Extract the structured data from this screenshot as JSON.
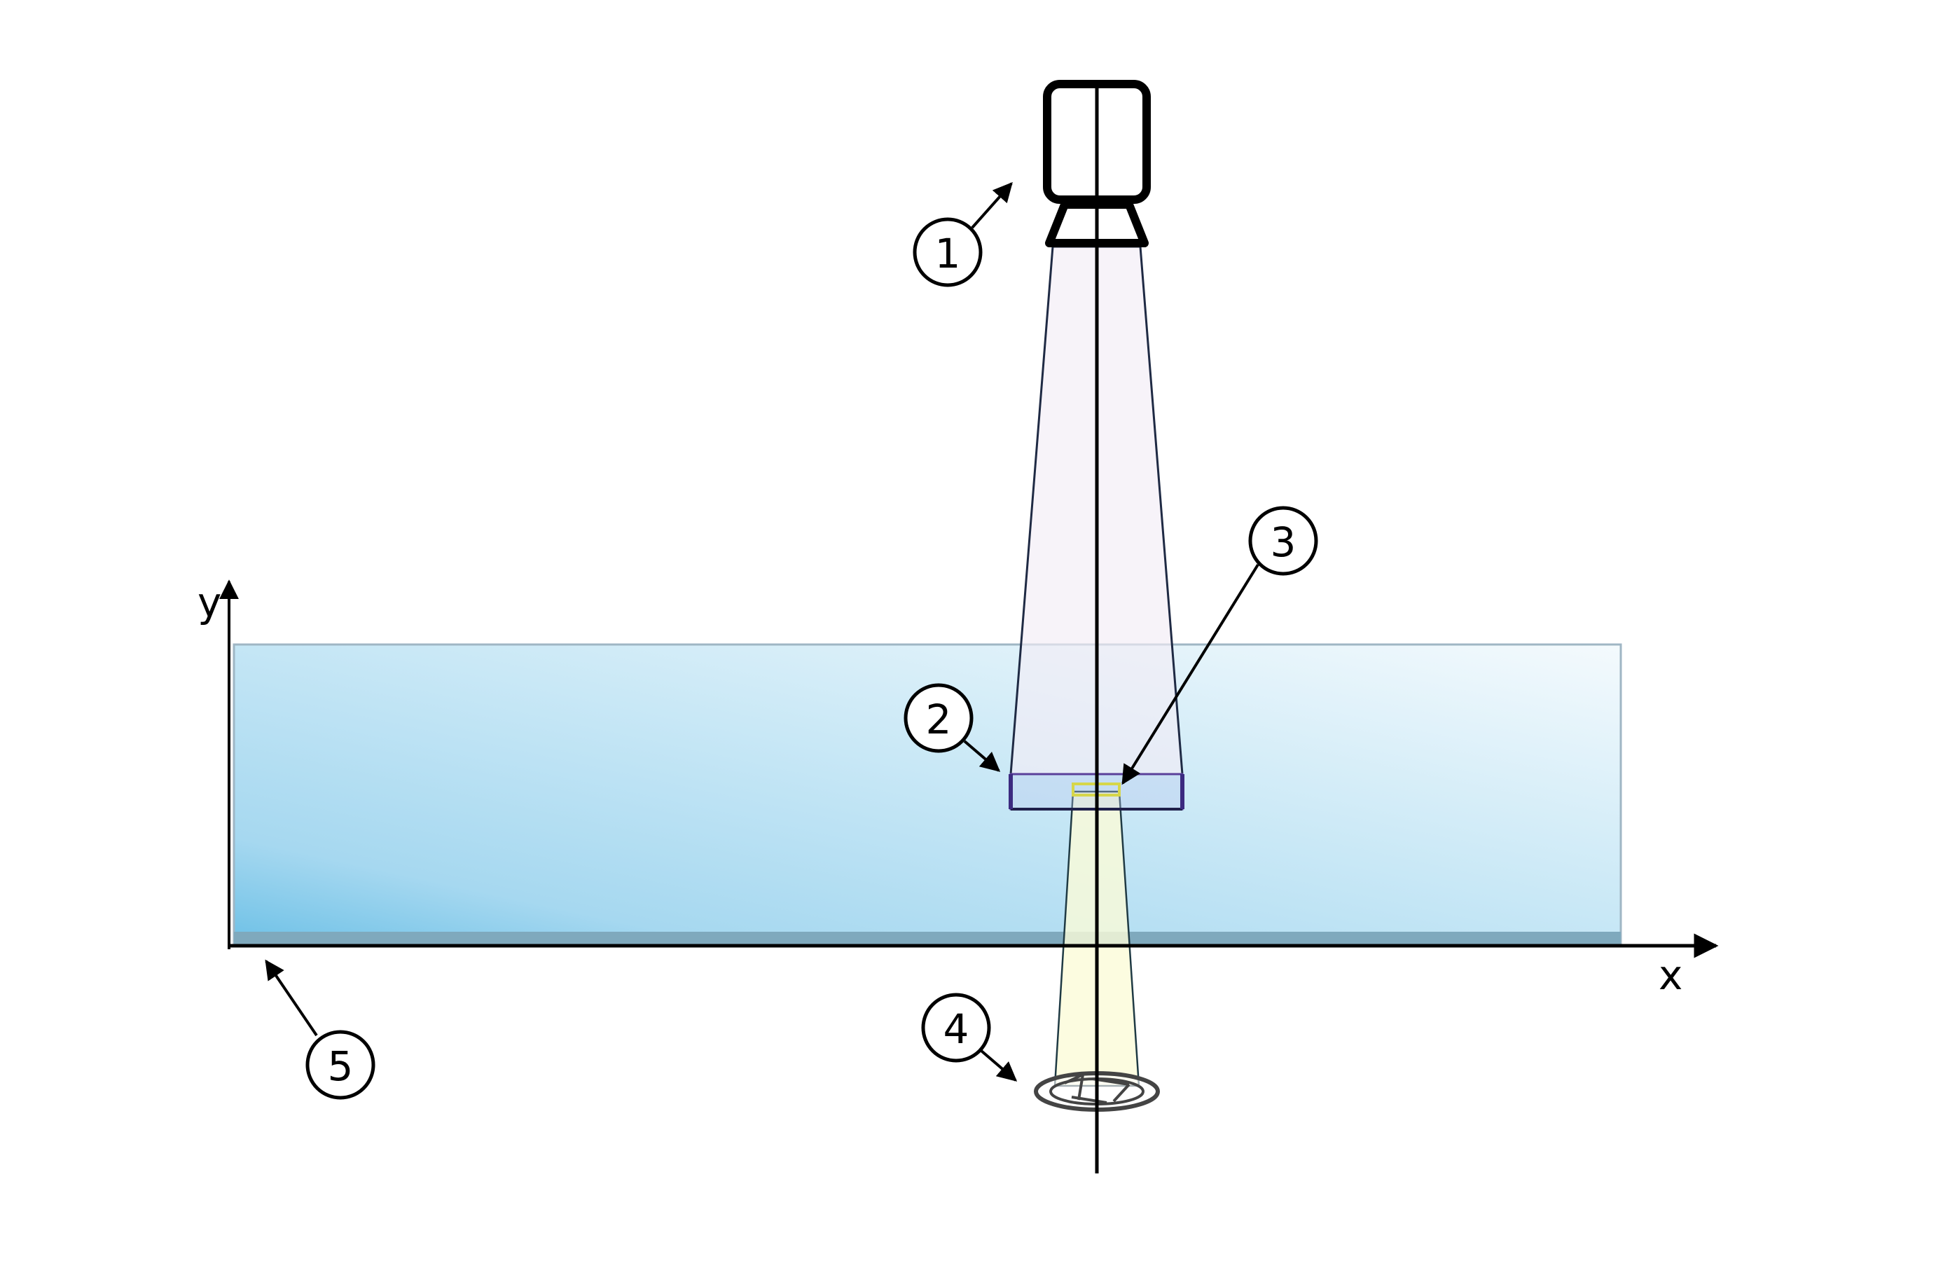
{
  "axes": {
    "x_label": "x",
    "y_label": "y"
  },
  "callouts": [
    {
      "id": "1",
      "label": "1",
      "target": "camera"
    },
    {
      "id": "2",
      "label": "2",
      "target": "sheet-plane"
    },
    {
      "id": "3",
      "label": "3",
      "target": "inner-window"
    },
    {
      "id": "4",
      "label": "4",
      "target": "lens-aperture"
    },
    {
      "id": "5",
      "label": "5",
      "target": "ground-plate"
    }
  ],
  "colors": {
    "water_dark": "#6cc0e6",
    "water_light": "#f2f9fd",
    "ground": "#7fa9bd",
    "beam_upper": "#f5f0f8",
    "beam_lower": "#fbfbe0",
    "sheet_outline": "#5a3f9a",
    "window_outline": "#d6d64a",
    "line": "#000000"
  },
  "icons": [
    "camera-icon",
    "aperture-icon"
  ]
}
